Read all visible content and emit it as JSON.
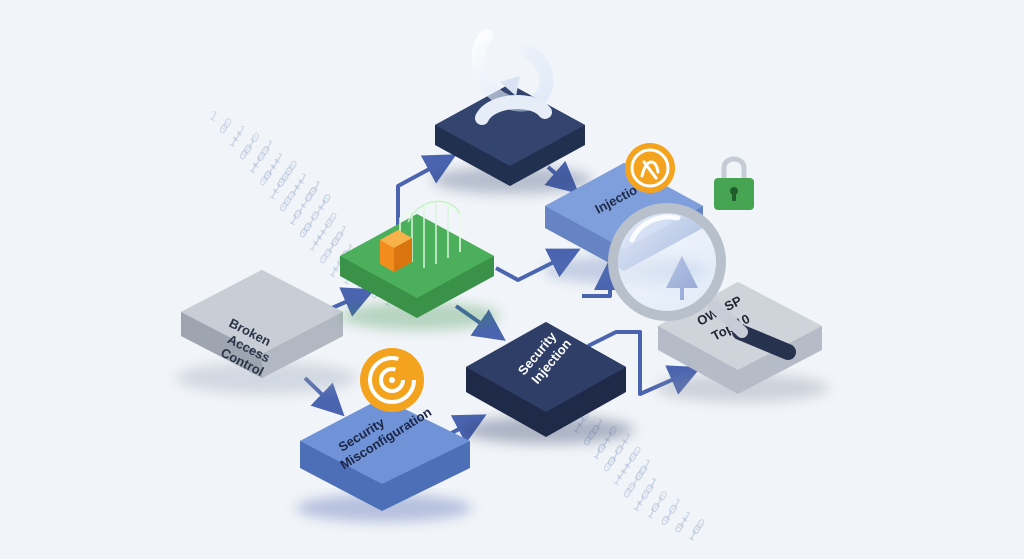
{
  "diagram": {
    "tiles": {
      "broken_access": {
        "label_lines": [
          "Broken",
          "Access",
          "Control"
        ],
        "color": "#c9ced6"
      },
      "firewall": {
        "label_lines": [],
        "color": "#4caf5c"
      },
      "top_lock": {
        "label_lines": [],
        "color": "#33456e"
      },
      "injection": {
        "label_lines": [
          "Injectio"
        ],
        "color": "#7f9fdc"
      },
      "security_injection": {
        "label_lines": [
          "Security",
          "Injection"
        ],
        "color": "#2f3e66"
      },
      "security_misconfiguration": {
        "label_lines": [
          "Security",
          "Misconfiguration"
        ],
        "color": "#6f93d6"
      },
      "owasp": {
        "label_lines": [
          "OWASP",
          "Top 10"
        ],
        "color": "#cfd3da"
      }
    },
    "binary_stream": [
      "1 0 1 0 1",
      "0 1 1 0 1 0",
      "1 0 0 1 0 1 1",
      "0 1 1 0 1 0 0",
      "1 0 0 1 0 1",
      "0 1 0 1 1 0",
      "1 0 1 0 0 1",
      "0 0 1 1 0",
      "1 0 1 0 1",
      "0 1 1 0 0 1",
      "1 0 0 1 0 1 0",
      "0 1 0 1 1 0",
      "1 1 0 0 1"
    ],
    "colors": {
      "arrow": "#4a64b0",
      "orange_badge": "#f4a31e",
      "lock_green": "#46a452",
      "magnifier_handle": "#27324f"
    },
    "icons": [
      "security-arrows-icon",
      "firewall-icon",
      "bug-badge-icon",
      "refresh-badge-icon",
      "padlock-icon",
      "magnifier-icon"
    ]
  }
}
